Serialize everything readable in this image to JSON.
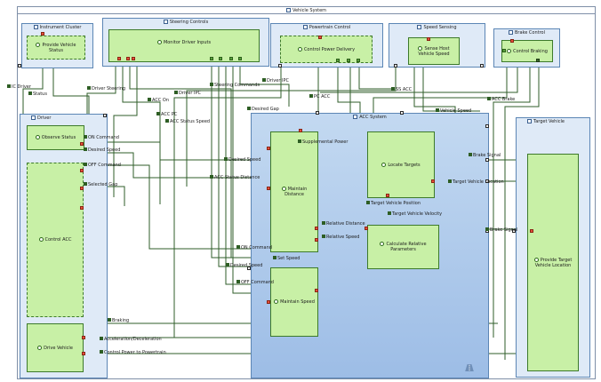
{
  "diagram": {
    "system": {
      "title": "Vehicle System"
    },
    "components": {
      "instrument_cluster": {
        "title": "Instrument Cluster",
        "fn": "Provide Vehicle Status"
      },
      "steering_controls": {
        "title": "Steering Controls",
        "fn": "Monitor Driver Inputs"
      },
      "powertrain_control": {
        "title": "Powertrain Control",
        "fn": "Control Power Delivery"
      },
      "speed_sensing": {
        "title": "Speed Sensing",
        "fn": "Sense Host Vehicle Speed"
      },
      "brake_control": {
        "title": "Brake Control",
        "fn": "Control Braking"
      },
      "driver": {
        "title": "Driver",
        "fn_observe": "Observe Status",
        "fn_control": "Control ACC",
        "fn_drive": "Drive Vehicle"
      },
      "acc_system": {
        "title": "ACC System",
        "fn_maintain_distance": "Maintain Distance",
        "fn_locate": "Locate Targets",
        "fn_calc": "Calculate Relative Parameters",
        "fn_maintain_speed": "Maintain Speed"
      },
      "target_vehicle": {
        "title": "Target Vehicle",
        "fn": "Provide Target Vehicle Location"
      }
    },
    "flows": {
      "ic_driver": "IC Driver",
      "status": "Status",
      "driver_steering": "Driver Steering",
      "driver_ipc": "Driver IPC",
      "steering_commands": "Steering Commands",
      "driver_ipc2": "Driver IPC",
      "ss_acc": "SS ACC",
      "pc_acc": "PC ACC",
      "acc_on": "ACC On",
      "acc_brake": "ACC Brake",
      "vehicle_speed": "Vehicle Speed",
      "acc_pc": "ACC PC",
      "acc_status_speed": "ACC Status Speed",
      "desired_gap": "Desired Gap",
      "on_command": "ON Command",
      "desired_speed": "Desired Speed",
      "off_command": "OFF Command",
      "selected_gap": "Selected Gap",
      "supplemental_power": "Supplemental Power",
      "desired_speed_md": "Desired Speed",
      "acc_status_distance": "ACC Status Distance",
      "brake_signal": "Brake Signal",
      "target_vehicle_location": "Target Vehicle Location",
      "target_vehicle_position": "Target Vehicle Position",
      "target_vehicle_velocity": "Target Vehicle Velocity",
      "relative_distance": "Relative Distance",
      "relative_speed": "Relative Speed",
      "brake_signal2": "Brake Signal",
      "on_command_ms": "ON Command",
      "set_speed": "Set Speed",
      "desired_speed_ms": "Desired Speed",
      "off_command_ms": "OFF Command",
      "braking": "Braking",
      "acceleration_deceleration": "Acceleration/Deceleration",
      "control_power_to_powertrain": "Control Power to Powertrain"
    }
  },
  "colors": {
    "function_fill": "#c8f0a6",
    "component_fill": "#dfeaf7",
    "port_red": "#e8503a",
    "port_green": "#5aa43c",
    "wire": "#2f5e2a"
  }
}
